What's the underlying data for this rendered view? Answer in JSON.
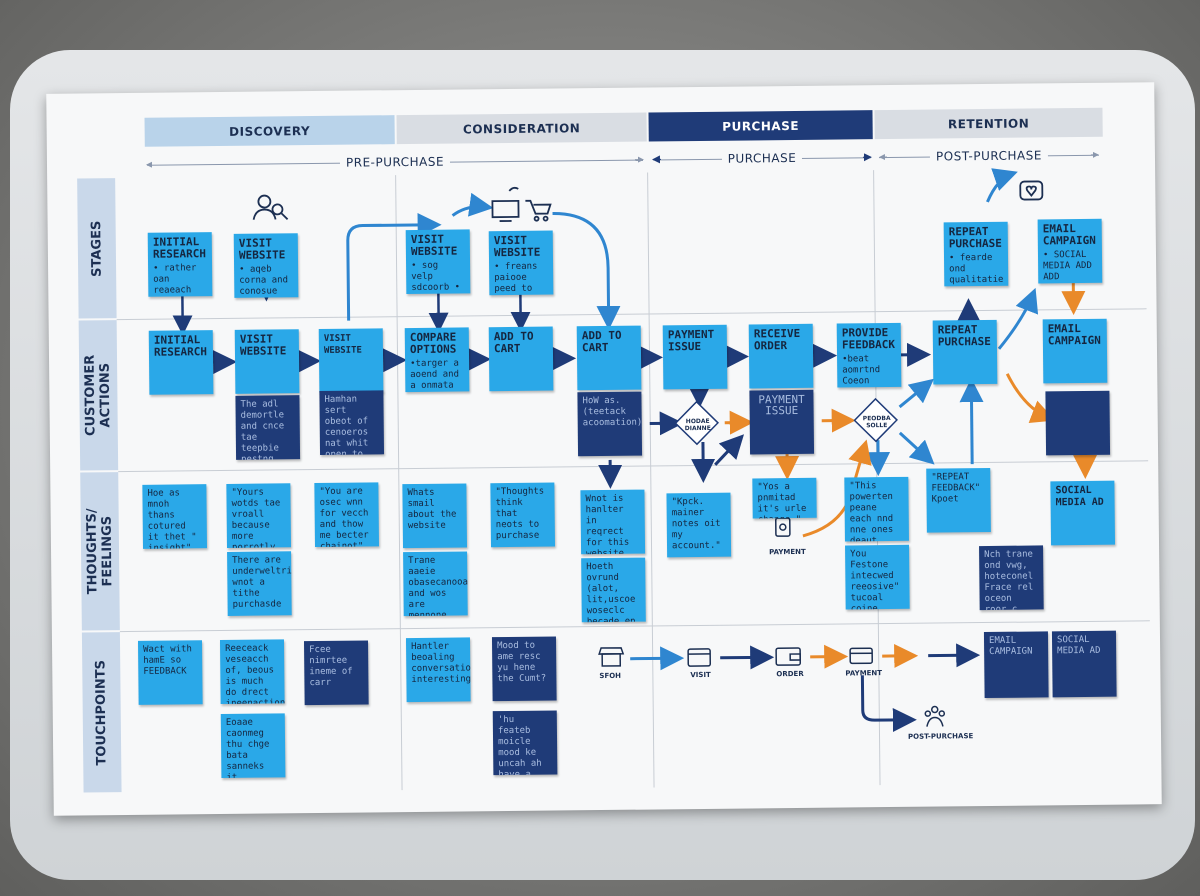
{
  "stage_headers": [
    {
      "label": "DISCOVERY",
      "bg": "#b9d3ea"
    },
    {
      "label": "CONSIDERATION",
      "bg": "#d9dde3"
    },
    {
      "label": "PURCHASE",
      "bg": "#1f3b78"
    },
    {
      "label": "RETENTION",
      "bg": "#d9dde3"
    }
  ],
  "sub_headers": [
    "PRE-PURCHASE",
    "PURCHASE",
    "POST-PURCHASE"
  ],
  "row_labels": [
    "STAGES",
    "CUSTOMER ACTIONS",
    "THOUGHTS/ FEELINGS",
    "TOUCHPOINTS"
  ],
  "stages_notes": [
    {
      "title": "INITIAL RESEARCH",
      "body": "• rather oan reaeach seties research."
    },
    {
      "title": "VISIT WEBSITE",
      "body": "• aqeb corna and conosue caserte to the corabe buriaric"
    },
    {
      "title": "VISIT WEBSITE",
      "body": "• sog velp sdcoorb • ocoorrals ecnts goaaid oosevmaca"
    },
    {
      "title": "VISIT WEBSITE",
      "body": "• freans paiooe peed to conaare corrare and toanaee aphand"
    },
    {
      "title": "REPEAT PURCHASE",
      "body": "• fearde ond qualitatie of rrneatis"
    },
    {
      "title": "EMAIL CAMPAIGN",
      "body": "• SOCIAL MEDIA ADD ADD"
    }
  ],
  "action_notes": [
    {
      "title": "INITIAL RESEARCH",
      "body": ""
    },
    {
      "title": "VISIT WEBSITE",
      "body": ""
    },
    {
      "title": "VISIT WEBSITE",
      "body": ""
    },
    {
      "title": "COMPARE OPTIONS",
      "body": "•targer a aoend and a onmata re oumentr achsg"
    },
    {
      "title": "ADD TO CART",
      "body": ""
    },
    {
      "title": "ADD TO CART",
      "body": ""
    },
    {
      "title": "PAYMENT ISSUE",
      "body": ""
    },
    {
      "title": "RECEIVE ORDER",
      "body": ""
    },
    {
      "title": "PROVIDE FEEDBACK",
      "body": "•beat aomrtnd Coeon grone Facetock"
    },
    {
      "title": "REPEAT PURCHASE",
      "body": ""
    },
    {
      "title": "EMAIL CAMPAIGN",
      "body": ""
    }
  ],
  "action_dark_notes": [
    "The adl demortle and cnce tae teepbie pestng",
    "Hamhan sert obeot of cenoeros nat whit open to observations",
    "HoW as. (teetack acoomation)",
    "PAYMENT ISSUE",
    ""
  ],
  "decisions": [
    "HODAE DIANNE",
    "PEODBA SOLLE"
  ],
  "thought_notes": [
    "Hoe as mnoh thans cotured it thet \" insight\"",
    "\"Yours wotds tae vroall because more porrotly underuand day rumg\"",
    "There are underweltring. wnot a tithe purchasde",
    "\"You are osec wnn for vecch and thow me becter chainot\"",
    "Whats smail about the website",
    "Trane aaeie obasecanooae and wos are mennone ploatst oust tnrrt and ooing dete preoert",
    "\"Thoughts think that neots to purchase",
    "Wnot is hanlter in reqrect for this website",
    "Hoeth ovrund (alot, lit,uscoe woseclc becade ep to cao?",
    "\"Kpck. mainer notes oit my account.\"",
    "\"Yos a pnmitad it's urle change.\"",
    "\"This powerten peane each nnd nne ones deaut geor. ine ure noebing seetose.\"",
    "You Festone intecwed reeosive\" tucoal coine tovy tuas pem donote",
    "\"REPEAT FEEDBACK\" Kpoet",
    "Nch trane ond vwg, hoteconel Frace rel oceon roor c bait tha tuo",
    "SOCIAL MEDIA AD"
  ],
  "touch_notes": [
    "Wact with hamE so FEEDBACK",
    "Reeceack veseacch of, beous is much do drect ineenaction",
    "Fcee nimrtee ineme of carr",
    "Eoaae caonmeg thu chge bata sanneks it rusights",
    "Hantler beoaling conversations interesting",
    "Mood to ame resc yu hene the Cumt?",
    "'hu feateb moicle mood ke uncah ah have a moet couee w thir bu dav?",
    "EMAIL CAMPAIGN",
    "SOCIAL MEDIA AD"
  ],
  "touchpoint_labels": [
    "SFOH",
    "VISIT",
    "ORDER",
    "PAYMENT",
    "POST-PURCHASE"
  ],
  "payment_label": "PAYMENT",
  "colors": {
    "sticky": "#2aa8e8",
    "sticky_dark": "#1f3b78",
    "arrow_navy": "#1f3b78",
    "arrow_blue": "#2f86d0",
    "arrow_orange": "#e98a2a"
  },
  "icons": [
    "users-search-icon",
    "computer-cart-icon",
    "heart-chat-icon",
    "card-payment-icon",
    "store-icon",
    "browser-icon",
    "wallet-icon",
    "group-icon"
  ]
}
